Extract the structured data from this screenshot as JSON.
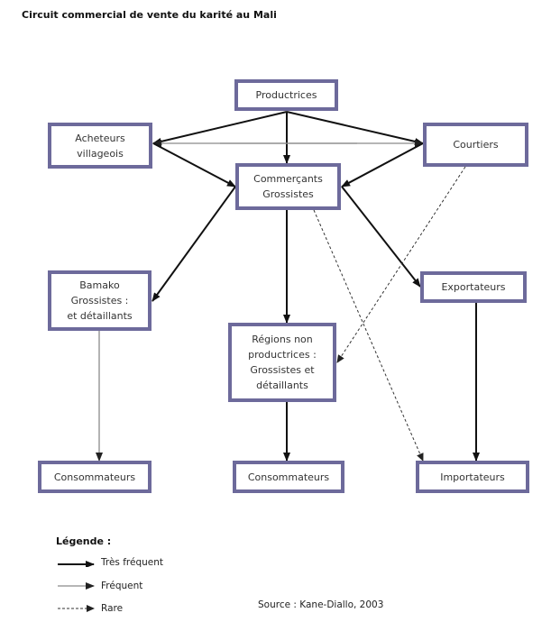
{
  "title": "Circuit commercial de vente du karité au Mali",
  "colors": {
    "box_border": "#6d6a9b",
    "arrow_strong": "#111111",
    "arrow_frequent": "#8a8a8a",
    "arrow_rare": "#333333"
  },
  "nodes": [
    {
      "id": "productrices",
      "label": "Productrices"
    },
    {
      "id": "acheteurs",
      "label": "Acheteurs\nvillageois"
    },
    {
      "id": "courtiers",
      "label": "Courtiers"
    },
    {
      "id": "commercants",
      "label": "Commerçants\nGrossistes"
    },
    {
      "id": "bamako",
      "label": "Bamako\nGrossistes :\net détaillants"
    },
    {
      "id": "regions",
      "label": "Régions non\nproductrices :\nGrossistes et\ndétaillants"
    },
    {
      "id": "exportateurs",
      "label": "Exportateurs"
    },
    {
      "id": "consommateurs1",
      "label": "Consommateurs"
    },
    {
      "id": "consommateurs2",
      "label": "Consommateurs"
    },
    {
      "id": "importateurs",
      "label": "Importateurs"
    }
  ],
  "edges": [
    {
      "from": "productrices",
      "to": "acheteurs",
      "type": "tres_frequent"
    },
    {
      "from": "productrices",
      "to": "courtiers",
      "type": "tres_frequent"
    },
    {
      "from": "productrices",
      "to": "commercants",
      "type": "tres_frequent"
    },
    {
      "from": "courtiers",
      "to": "acheteurs",
      "type": "frequent"
    },
    {
      "from": "acheteurs",
      "to": "courtiers",
      "type": "frequent"
    },
    {
      "from": "acheteurs",
      "to": "commercants",
      "type": "tres_frequent"
    },
    {
      "from": "courtiers",
      "to": "commercants",
      "type": "tres_frequent"
    },
    {
      "from": "commercants",
      "to": "bamako",
      "type": "tres_frequent"
    },
    {
      "from": "commercants",
      "to": "regions",
      "type": "tres_frequent"
    },
    {
      "from": "commercants",
      "to": "exportateurs",
      "type": "tres_frequent"
    },
    {
      "from": "commercants",
      "to": "importateurs",
      "type": "rare"
    },
    {
      "from": "courtiers",
      "to": "regions",
      "type": "rare"
    },
    {
      "from": "bamako",
      "to": "consommateurs1",
      "type": "frequent"
    },
    {
      "from": "regions",
      "to": "consommateurs2",
      "type": "tres_frequent"
    },
    {
      "from": "exportateurs",
      "to": "importateurs",
      "type": "tres_frequent"
    }
  ],
  "legend": {
    "title": "Légende :",
    "items": [
      {
        "type": "tres_frequent",
        "label": "Très fréquent"
      },
      {
        "type": "frequent",
        "label": "Fréquent"
      },
      {
        "type": "rare",
        "label": "Rare"
      }
    ]
  },
  "source": "Source : Kane-Diallo, 2003"
}
